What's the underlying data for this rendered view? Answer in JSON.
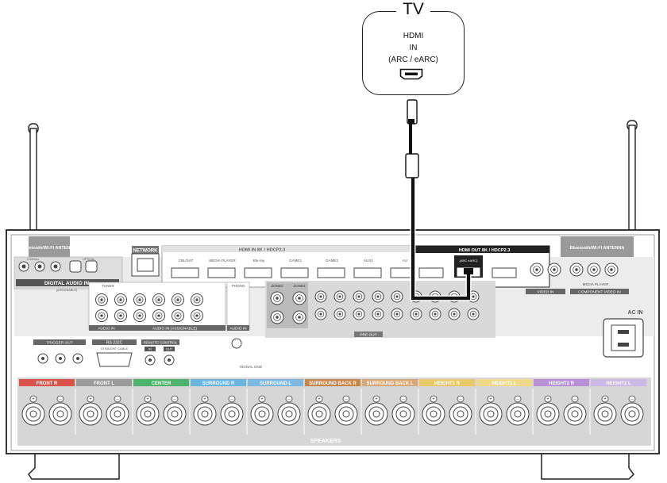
{
  "tv": {
    "title": "TV",
    "line1": "HDMI",
    "line2": "IN",
    "line3": "(ARC / eARC)"
  },
  "receiver": {
    "antenna_left": "Bluetooth/Wi-Fi ANTENNA",
    "antenna_right": "Bluetooth/Wi-Fi ANTENNA",
    "network": "NETWORK",
    "hdmi_in_header": "HDMI  IN  8K / HDCP2.3",
    "hdmi_out_header": "HDMI OUT 8K / HDCP2.3",
    "hdmi_in_labels": [
      "CBL/SAT",
      "MEDIA PLAYER",
      "Blu-ray",
      "GAME1",
      "GAME2",
      "AUX1",
      "AU"
    ],
    "hdmi_out_label": "(ARC eARC)",
    "digital_audio": "DIGITAL AUDIO IN",
    "digital_sub": "(ASSIGNABLE)",
    "coaxial": "COAXIAL",
    "optical": "OPTICAL",
    "audio_in_1": "AUDIO IN",
    "audio_in_2": "AUDIO IN (ASSIGNABLE)",
    "audio_in_3": "AUDIO IN",
    "tuner": "TUNER",
    "phono": "PHONO",
    "zone2": "ZONE2",
    "zone3": "ZONE3",
    "pre_out": "PRE OUT",
    "video_in": "VIDEO IN",
    "component_video": "COMPONENT VIDEO IN",
    "media_player": "MEDIA PLAYER",
    "ac_in": "AC IN",
    "trigger_out": "TRIGGER OUT",
    "rs232c": "RS-232C",
    "straight_cable": "STRAIGHT CABLE",
    "remote_control": "REMOTE CONTROL",
    "remote_in": "IN",
    "remote_out": "OUT",
    "signal_gnd": "SIGNAL GND",
    "speakers": "SPEAKERS",
    "speaker_groups": [
      "FRONT R",
      "FRONT L",
      "CENTER",
      "SURROUND R",
      "SURROUND L",
      "SURROUND BACK R",
      "SURROUND BACK L",
      "HEIGHT1 R",
      "HEIGHT1 L",
      "HEIGHT2 R",
      "HEIGHT2 L"
    ],
    "speaker_colors": [
      "#d9534a",
      "#9a9a9a",
      "#4db36a",
      "#6ab4e0",
      "#7cb8e0",
      "#c8874a",
      "#d8a878",
      "#e8c96a",
      "#efd98a",
      "#b890d8",
      "#cbb8e6"
    ]
  }
}
